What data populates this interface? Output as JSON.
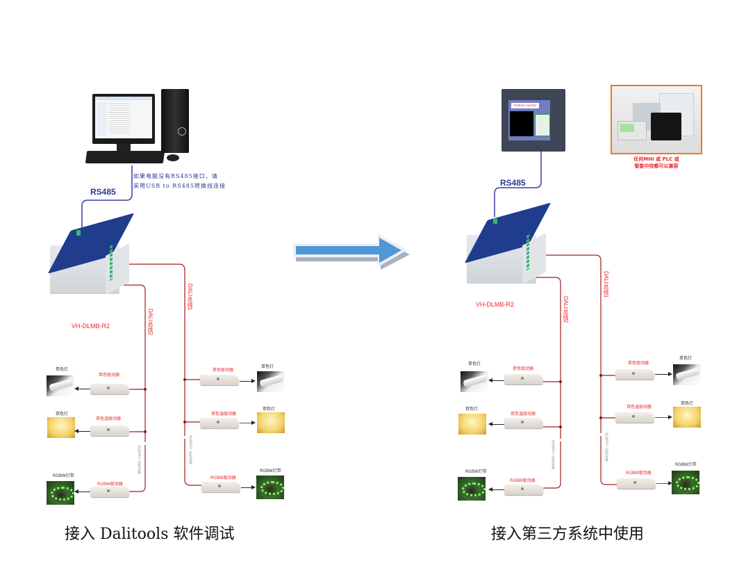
{
  "left_panel": {
    "caption": "接入 Dalitools 软件调试",
    "rs485_label": "RS485",
    "note_lines": [
      "如果电脑没有RS485接口，请",
      "采用USB to RS485转换线连接"
    ],
    "module_model": "VH-DLMB-R2",
    "bus1_label": "DALI总线1",
    "bus2_label": "DALI总线2",
    "slave_note": "多达64个从机设备",
    "bus2_items": [
      {
        "driver": "单色驱动器",
        "lamp": "单色灯",
        "lamp_type": "tube"
      },
      {
        "driver": "双色温驱动器",
        "lamp": "双色灯",
        "lamp_type": "warm"
      },
      {
        "driver": "RGBW驱动器",
        "lamp": "RGBW灯带",
        "lamp_type": "rgb"
      }
    ],
    "bus1_items": [
      {
        "driver": "单色驱动器",
        "lamp": "单色灯",
        "lamp_type": "tube"
      },
      {
        "driver": "双色温驱动器",
        "lamp": "双色灯",
        "lamp_type": "warm"
      },
      {
        "driver": "RGBW驱动器",
        "lamp": "RGBW灯带",
        "lamp_type": "rgb"
      }
    ]
  },
  "right_panel": {
    "caption": "接入第三方系统中使用",
    "rs485_label": "RS485",
    "hmi_screen_title": "Problem monitor",
    "hmi_note_lines": [
      "任何MHI 或 PLC 或",
      "智能中控都可以兼容"
    ],
    "module_model": "VH-DLMB-R2",
    "bus1_label": "DALI总线1",
    "bus2_label": "DALI总线2",
    "slave_note": "多达64个从机设备",
    "bus2_items": [
      {
        "driver": "单色驱动器",
        "lamp": "单色灯",
        "lamp_type": "tube"
      },
      {
        "driver": "双色温驱动器",
        "lamp": "双色灯",
        "lamp_type": "warm"
      },
      {
        "driver": "RGBW驱动器",
        "lamp": "RGBW灯带",
        "lamp_type": "rgb"
      }
    ],
    "bus1_items": [
      {
        "driver": "单色驱动器",
        "lamp": "单色灯",
        "lamp_type": "tube"
      },
      {
        "driver": "双色温驱动器",
        "lamp": "双色灯",
        "lamp_type": "warm"
      },
      {
        "driver": "RGBW驱动器",
        "lamp": "RGBW灯带",
        "lamp_type": "rgb"
      }
    ]
  },
  "colors": {
    "bus_line": "#a01c1c",
    "rs485_cable": "#3a3aa8",
    "accent_red": "#e8262a",
    "arrow_blue": "#4f97d6",
    "hmi_frame": "#f07820"
  }
}
